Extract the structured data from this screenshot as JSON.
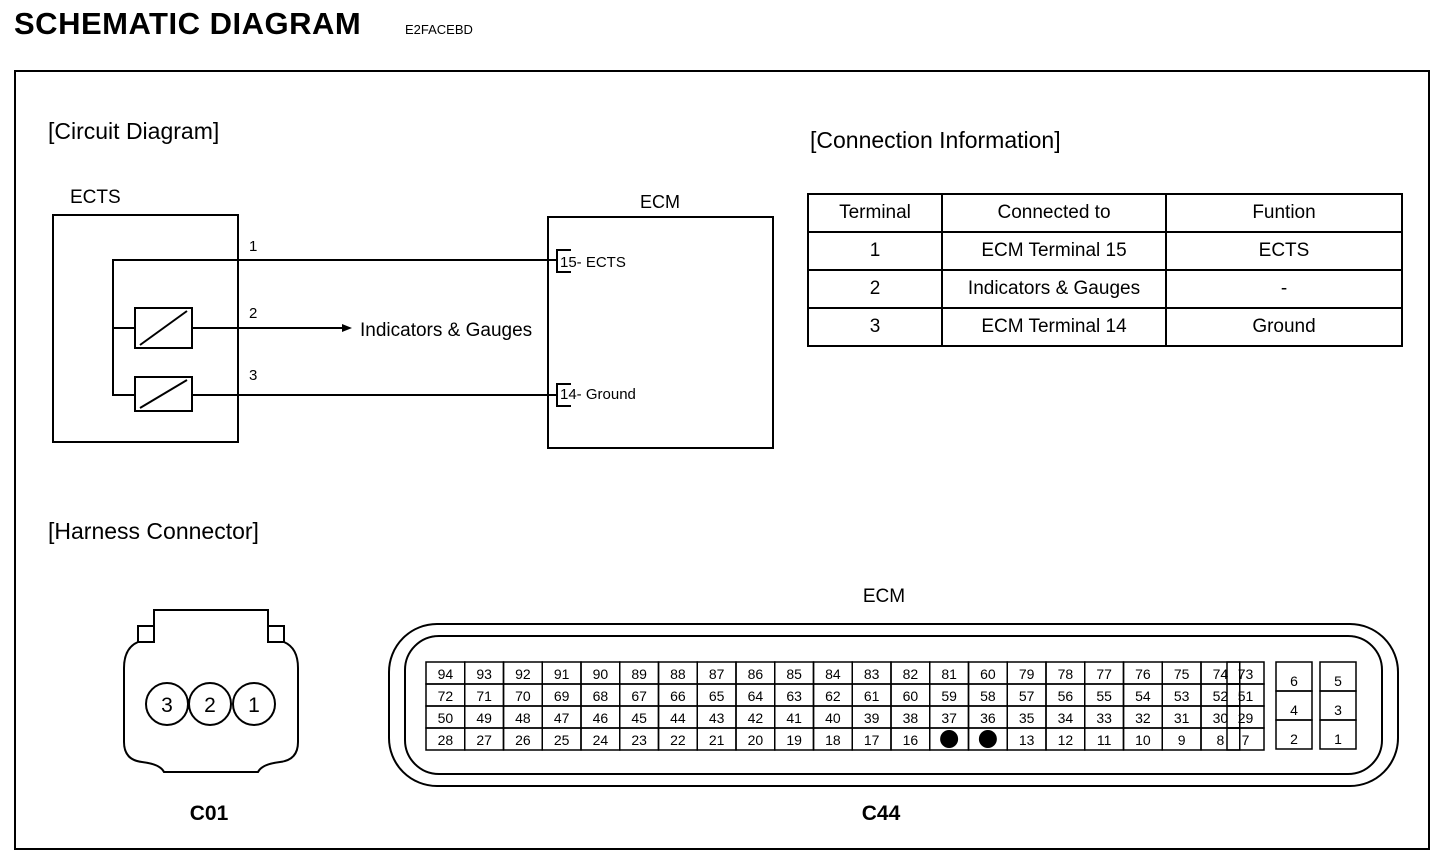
{
  "header": {
    "title": "SCHEMATIC DIAGRAM",
    "code": "E2FACEBD"
  },
  "circuit": {
    "heading": "[Circuit Diagram]",
    "sensor_label": "ECTS",
    "module_label": "ECM",
    "pins": [
      "1",
      "2",
      "3"
    ],
    "ecm_pin_top": "15- ECTS",
    "ecm_pin_bottom": "14- Ground",
    "arrow_label": "Indicators & Gauges"
  },
  "connection": {
    "heading": "[Connection Information]",
    "headers": [
      "Terminal",
      "Connected to",
      "Funtion"
    ],
    "rows": [
      [
        "1",
        "ECM Terminal 15",
        "ECTS"
      ],
      [
        "2",
        "Indicators & Gauges",
        "-"
      ],
      [
        "3",
        "ECM Terminal 14",
        "Ground"
      ]
    ]
  },
  "harness": {
    "heading": "[Harness Connector]",
    "c01": {
      "label": "C01",
      "pins": [
        "3",
        "2",
        "1"
      ]
    },
    "c44": {
      "title": "ECM",
      "label": "C44",
      "main_rows": [
        [
          "94",
          "93",
          "92",
          "91",
          "90",
          "89",
          "88",
          "87",
          "86",
          "85",
          "84",
          "83",
          "82",
          "81",
          "60",
          "79",
          "78",
          "77",
          "76",
          "75",
          "74"
        ],
        [
          "72",
          "71",
          "70",
          "69",
          "68",
          "67",
          "66",
          "65",
          "64",
          "63",
          "62",
          "61",
          "60",
          "59",
          "58",
          "57",
          "56",
          "55",
          "54",
          "53",
          "52"
        ],
        [
          "50",
          "49",
          "48",
          "47",
          "46",
          "45",
          "44",
          "43",
          "42",
          "41",
          "40",
          "39",
          "38",
          "37",
          "36",
          "35",
          "34",
          "33",
          "32",
          "31",
          "30"
        ],
        [
          "28",
          "27",
          "26",
          "25",
          "24",
          "23",
          "22",
          "21",
          "20",
          "19",
          "18",
          "17",
          "16",
          "",
          "",
          "13",
          "12",
          "11",
          "10",
          "9",
          "8"
        ]
      ],
      "filled_pins": [
        [
          3,
          13
        ],
        [
          3,
          14
        ]
      ],
      "side_column": [
        "73",
        "51",
        "29",
        "7"
      ],
      "pair_block_left": [
        "6",
        "4",
        "2"
      ],
      "pair_block_right": [
        "5",
        "3",
        "1"
      ]
    }
  }
}
